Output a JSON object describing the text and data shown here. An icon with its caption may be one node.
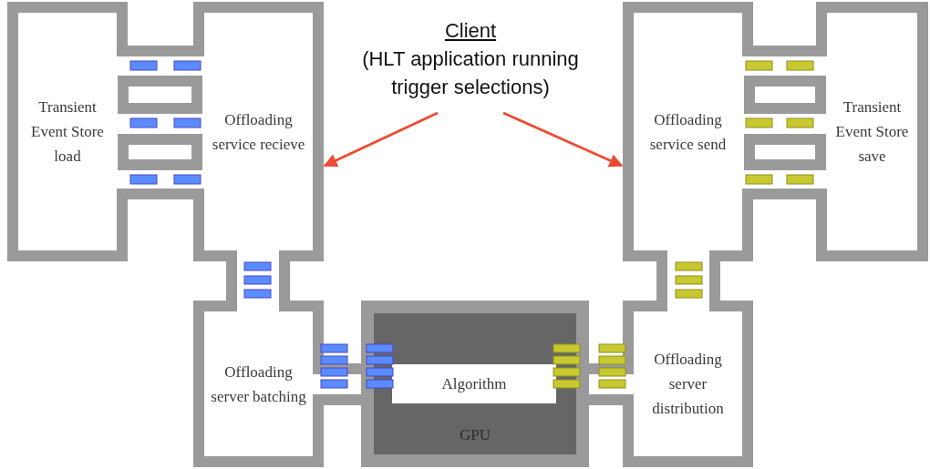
{
  "diagram": {
    "nodes": [
      {
        "text": [
          "Client",
          "(HLT application running trigger selections)"
        ]
      },
      {
        "text": [
          "Transient Event Store load"
        ]
      },
      {
        "text": [
          "Offloading service recieve"
        ]
      },
      {
        "text": [
          "Offloading server batching"
        ]
      },
      {
        "text": [
          "GPU"
        ]
      },
      {
        "text": [
          "Algorithm"
        ],
        "in": 4
      },
      {
        "text": [
          "Offloading service send"
        ]
      },
      {
        "text": [
          "Transient Event Store save"
        ]
      },
      {
        "text": [
          "Offloading server distribution"
        ]
      }
    ],
    "edges": [
      {
        "from": 0,
        "to": 2,
        "arrow": "to"
      },
      {
        "from": 0,
        "to": 6,
        "arrow": "to"
      }
    ]
  }
}
